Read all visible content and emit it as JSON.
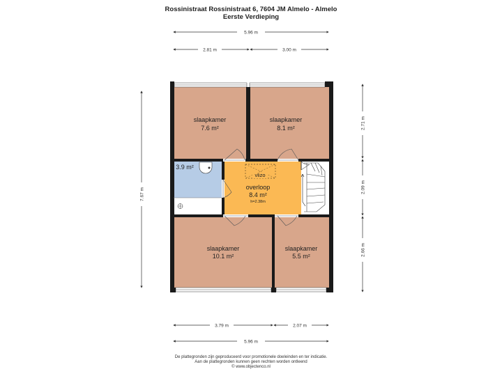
{
  "header": {
    "address": "Rossinistraat Rossinistraat 6, 7604 JM Almelo - Almelo",
    "floor": "Eerste Verdieping"
  },
  "dimensions": {
    "top_total": "5.96 m",
    "top_left": "2.81 m",
    "top_right": "3.00 m",
    "bottom_left": "3.79 m",
    "bottom_right": "2.07 m",
    "bottom_total": "5.96 m",
    "left_total": "7.67 m",
    "right_top": "2.71 m",
    "right_middle": "2.09 m",
    "right_bottom": "2.66 m"
  },
  "rooms": {
    "bedroom_top_left": {
      "name": "slaapkamer",
      "area": "7.6 m²"
    },
    "bedroom_top_right": {
      "name": "slaapkamer",
      "area": "8.1 m²"
    },
    "bathroom": {
      "area": "3.9 m²"
    },
    "landing": {
      "name": "overloop",
      "area": "8.4 m²",
      "height": "h=2.38m",
      "hatch": "vlizo"
    },
    "bedroom_bottom_left": {
      "name": "slaapkamer",
      "area": "10.1 m²"
    },
    "bedroom_bottom_right": {
      "name": "slaapkamer",
      "area": "5.5 m²"
    }
  },
  "colors": {
    "bedroom": "#d8a68b",
    "bathroom": "#b6cce6",
    "landing": "#fbb954",
    "wall": "#1a1a1a"
  },
  "footer": {
    "line1": "De plattegronden zijn geproduceerd voor promotionele doeleinden en ter indicatie.",
    "line2": "Aan de plattegronden kunnen geen rechten worden ontleend",
    "line3": "© www.objectenco.nl"
  }
}
